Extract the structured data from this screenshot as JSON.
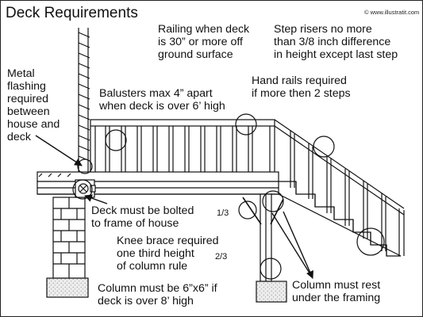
{
  "title": "Deck Requirements",
  "credit": "© www.illustratit.com",
  "callouts": {
    "metal_flashing": [
      "Metal",
      "flashing",
      "required",
      "between",
      "house and",
      "deck"
    ],
    "balusters": [
      "Balusters max 4” apart",
      "when deck is over 6’ high"
    ],
    "railing": [
      "Railing when deck",
      "is 30” or more off",
      "ground surface"
    ],
    "step_risers": [
      "Step risers no more",
      "than 3/8 inch difference",
      "in height except last step"
    ],
    "hand_rails": [
      "Hand rails required",
      "if more then 2 steps"
    ],
    "bolted": [
      "Deck must be bolted",
      "to frame of house"
    ],
    "knee_brace": [
      "Knee brace required",
      "one third height",
      "of column rule"
    ],
    "column_rest": [
      "Column must rest",
      "under the framing"
    ],
    "column_size": [
      "Column must be 6”x6” if",
      "deck is over 8’ high"
    ]
  },
  "fractions": {
    "one_third": "1/3",
    "two_thirds": "2/3"
  },
  "colors": {
    "line": "#111111",
    "footing": "#e4e4e4",
    "background": "#ffffff"
  }
}
